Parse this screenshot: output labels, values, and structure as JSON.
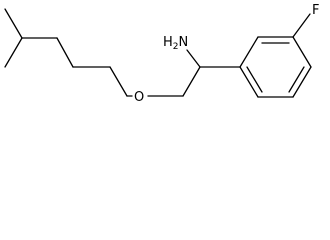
{
  "molecule": {
    "atoms": {
      "amine": {
        "element": "H",
        "subscript": "2",
        "element2": "N"
      },
      "fluorine": "F",
      "oxygen": "O"
    },
    "colors": {
      "bond": "#000000",
      "label": "#000000",
      "background": "#ffffff"
    }
  }
}
